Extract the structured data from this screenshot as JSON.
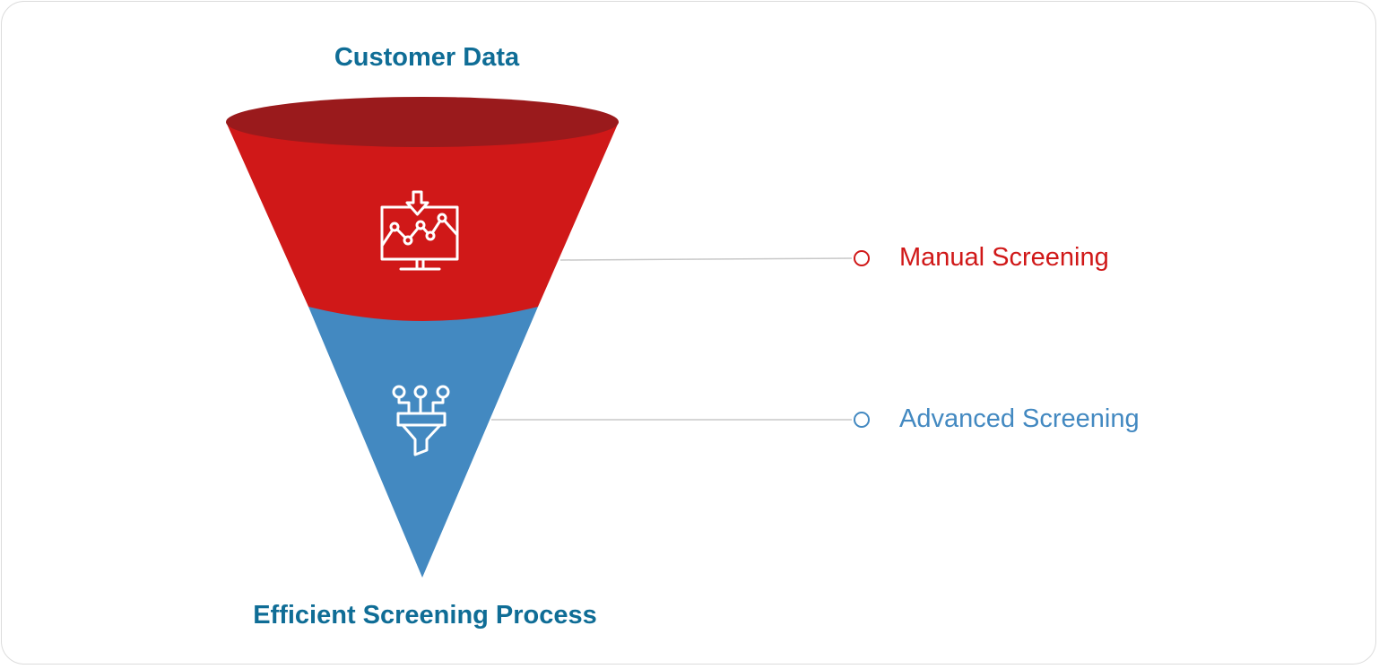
{
  "diagram": {
    "top_label": "Customer Data",
    "bottom_label": "Efficient Screening Process",
    "stages": [
      {
        "label": "Manual Screening",
        "icon": "monitor-chart-download-icon",
        "color": "#d01818",
        "rim_color": "#9a1a1c"
      },
      {
        "label": "Advanced Screening",
        "icon": "data-filter-funnel-icon",
        "color": "#4389c1"
      }
    ],
    "connector_color": "#c8c8c8"
  }
}
